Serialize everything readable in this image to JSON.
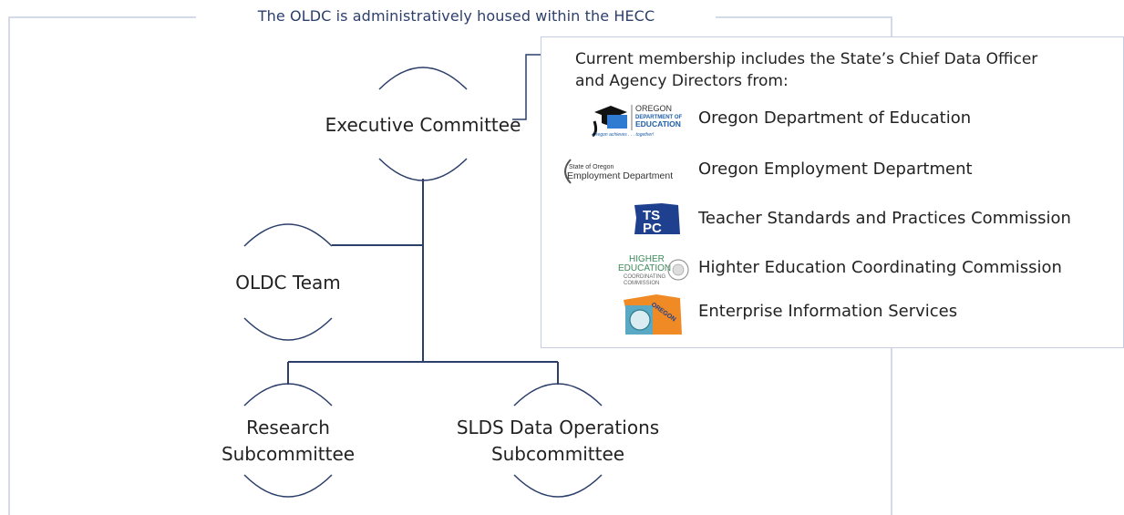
{
  "frame": {
    "title": "The OLDC is administratively housed within the HECC"
  },
  "nodes": {
    "executive": "Executive Committee",
    "team": "OLDC Team",
    "research_line1": "Research",
    "research_line2": "Subcommittee",
    "slds_line1": "SLDS Data Operations",
    "slds_line2": "Subcommittee"
  },
  "membership": {
    "intro_line1": "Current membership includes the State’s Chief Data Officer",
    "intro_line2": "and Agency Directors from:",
    "agencies": [
      {
        "name": "Oregon Department of Education",
        "logo": "ode-logo",
        "logo_text": [
          "OREGON",
          "DEPARTMENT OF",
          "EDUCATION",
          "Oregon achieves . . . together!"
        ]
      },
      {
        "name": "Oregon Employment Department",
        "logo": "oed-logo",
        "logo_text": [
          "State of Oregon",
          "Employment Department"
        ]
      },
      {
        "name": "Teacher Standards and Practices Commission",
        "logo": "tspc-logo",
        "logo_text": [
          "TS",
          "PC"
        ]
      },
      {
        "name": "Highter Education Coordinating Commission",
        "logo": "hecc-logo",
        "logo_text": [
          "HIGHER",
          "EDUCATION",
          "COORDINATING",
          "COMMISSION"
        ]
      },
      {
        "name": "Enterprise Information Services",
        "logo": "eis-logo",
        "logo_text": [
          "OREGON"
        ]
      }
    ]
  },
  "colors": {
    "line": "#2c3f6b",
    "frame": "#c6cde3",
    "accent": "#1f5ea8",
    "orange": "#f08a24"
  }
}
